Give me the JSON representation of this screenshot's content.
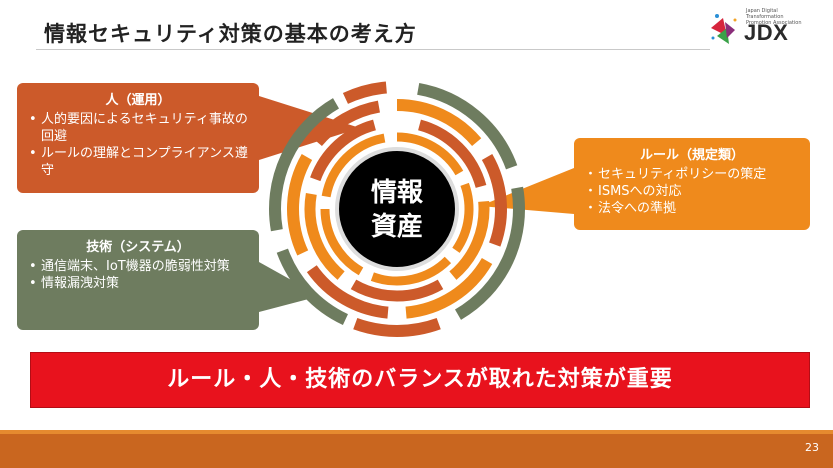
{
  "slide": {
    "title": "情報セキュリティ対策の基本の考え方",
    "page_number": "23",
    "logo": {
      "tagline": "Japan Digital Transformation Promotion Association",
      "text": "JDX"
    },
    "center": {
      "line1": "情報",
      "line2": "資産"
    },
    "boxes": {
      "person": {
        "heading": "人（運用）",
        "items": [
          "人的要因によるセキュリティ事故の回避",
          "ルールの理解とコンプライアンス遵守"
        ]
      },
      "rule": {
        "heading": "ルール（規定類）",
        "items": [
          "セキュリティポリシーの策定",
          "ISMSへの対応",
          "法令への準拠"
        ]
      },
      "tech": {
        "heading": "技術（システム）",
        "items": [
          "通信端末、IoT機器の脆弱性対策",
          "情報漏洩対策"
        ]
      }
    },
    "banner": "ルール・人・技術のバランスが取れた対策が重要",
    "colors": {
      "person": "#cc5a2a",
      "rule": "#ef8a1c",
      "tech": "#6e7c5f",
      "banner": "#e8121d",
      "footer": "#c9661f"
    }
  }
}
